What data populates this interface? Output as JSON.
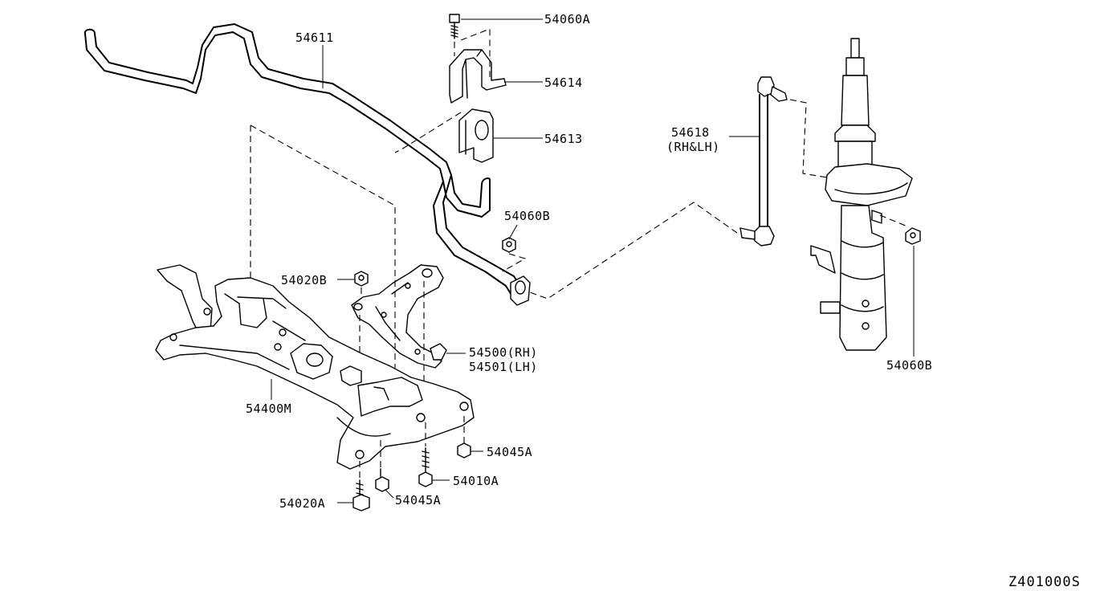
{
  "diagram": {
    "callouts": [
      {
        "id": "stabilizer",
        "label": "54611"
      },
      {
        "id": "bolt-top",
        "label": "54060A"
      },
      {
        "id": "clamp",
        "label": "54614"
      },
      {
        "id": "bushing",
        "label": "54613"
      },
      {
        "id": "link",
        "label": "54618",
        "sub": "(RH&LH)"
      },
      {
        "id": "nut-mid",
        "label": "54060B"
      },
      {
        "id": "nut-strut",
        "label": "54060B"
      },
      {
        "id": "bolt-arm",
        "label": "54020B"
      },
      {
        "id": "arm-rh",
        "label": "54500(RH)"
      },
      {
        "id": "arm-lh",
        "label": "54501(LH)"
      },
      {
        "id": "member",
        "label": "54400M"
      },
      {
        "id": "bolt-45a-right",
        "label": "54045A"
      },
      {
        "id": "bolt-10a",
        "label": "54010A"
      },
      {
        "id": "bolt-20a",
        "label": "54020A"
      },
      {
        "id": "bolt-45a-left",
        "label": "54045A"
      }
    ],
    "diagram_code": "Z401000S"
  }
}
